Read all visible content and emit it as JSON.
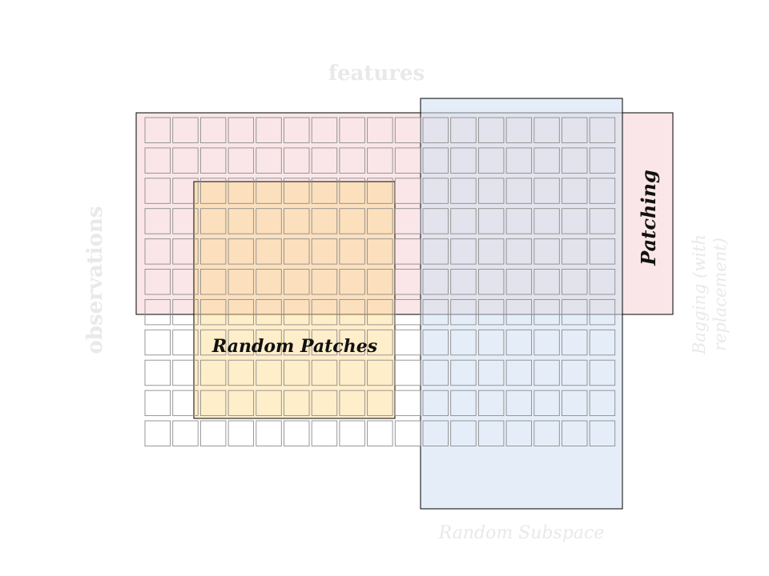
{
  "labels": {
    "features": "features",
    "observations": "observations",
    "patching": "Patching",
    "random_patches": "Random Patches",
    "bagging_line1": "Bagging (with",
    "bagging_line2": "replacement)",
    "random_subspace": "Random Subspace"
  },
  "grid": {
    "rows": 11,
    "cols": 17
  },
  "colors": {
    "patching_fill": "#f9e3e6",
    "subspace_fill": "#e4eef9",
    "random_patches_fill": "#ffefc4",
    "outline": "#000000",
    "cell_stroke": "#8c8c8c",
    "faint_text": "#e9e9e9"
  }
}
